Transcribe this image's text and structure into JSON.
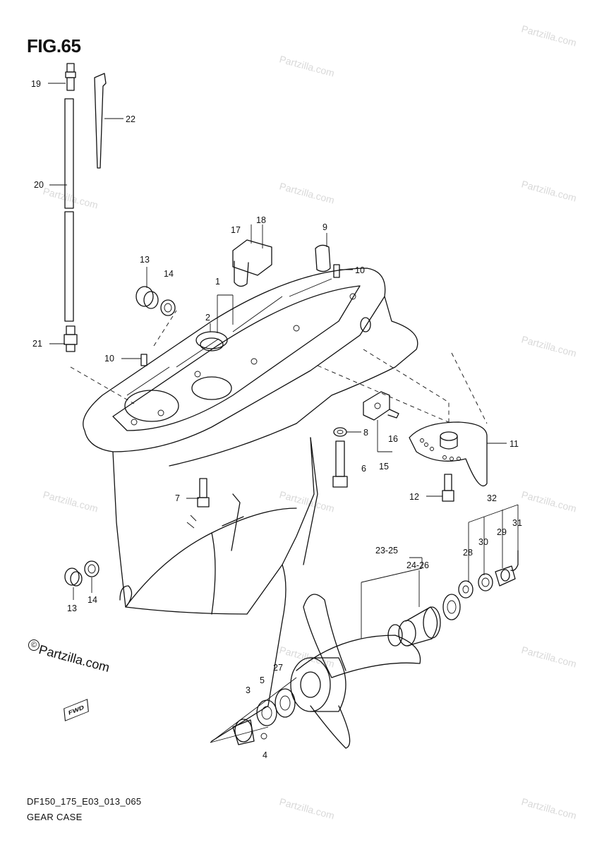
{
  "figure": {
    "title": "FIG.65"
  },
  "footer": {
    "code": "DF150_175_E03_013_065",
    "name": "GEAR CASE"
  },
  "watermark": {
    "copyright_symbol": "©",
    "text": "Partzilla.com",
    "small_text": "Partzilla.com"
  },
  "badge": {
    "text": "FWD"
  },
  "callouts": {
    "c1": "1",
    "c2": "2",
    "c3": "3",
    "c4": "4",
    "c5": "5",
    "c6": "6",
    "c7": "7",
    "c8": "8",
    "c9": "9",
    "c10a": "10",
    "c10b": "10",
    "c11": "11",
    "c12": "12",
    "c13a": "13",
    "c13b": "13",
    "c14a": "14",
    "c14b": "14",
    "c15": "15",
    "c16": "16",
    "c17": "17",
    "c18": "18",
    "c19": "19",
    "c20": "20",
    "c21": "21",
    "c22": "22",
    "c23": "23-25",
    "c24": "24-26",
    "c27": "27",
    "c28": "28",
    "c29": "29",
    "c30": "30",
    "c31": "31",
    "c32": "32"
  }
}
